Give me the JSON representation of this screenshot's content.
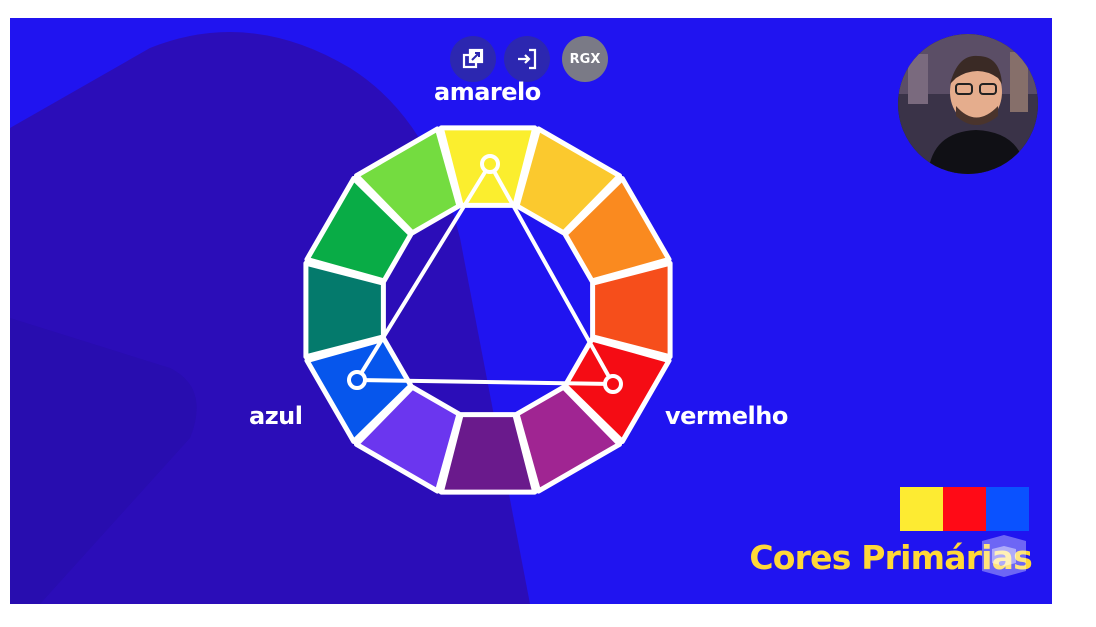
{
  "slide": {
    "background_color": "#2014f0",
    "shape_color": "#2b0db8",
    "title": "Cores Primárias",
    "title_color": "#ffd838"
  },
  "controls": [
    {
      "name": "picture-in-picture-icon",
      "bg": "#2c27b0"
    },
    {
      "name": "exit-icon",
      "bg": "#2c27b0"
    },
    {
      "name": "RGX",
      "bg": "#7a7a86"
    }
  ],
  "wheel": {
    "segments": [
      "#fbee2e",
      "#fbc92e",
      "#fa8a1f",
      "#f64e1b",
      "#f50c14",
      "#a02592",
      "#6a1a8c",
      "#6b36ef",
      "#0656ec",
      "#047a6c",
      "#09ac46",
      "#74dc40"
    ],
    "labels": {
      "top": "amarelo",
      "left": "azul",
      "right": "vermelho"
    }
  },
  "swatches": [
    "#fdeb32",
    "#ff0a16",
    "#0a52ff"
  ]
}
